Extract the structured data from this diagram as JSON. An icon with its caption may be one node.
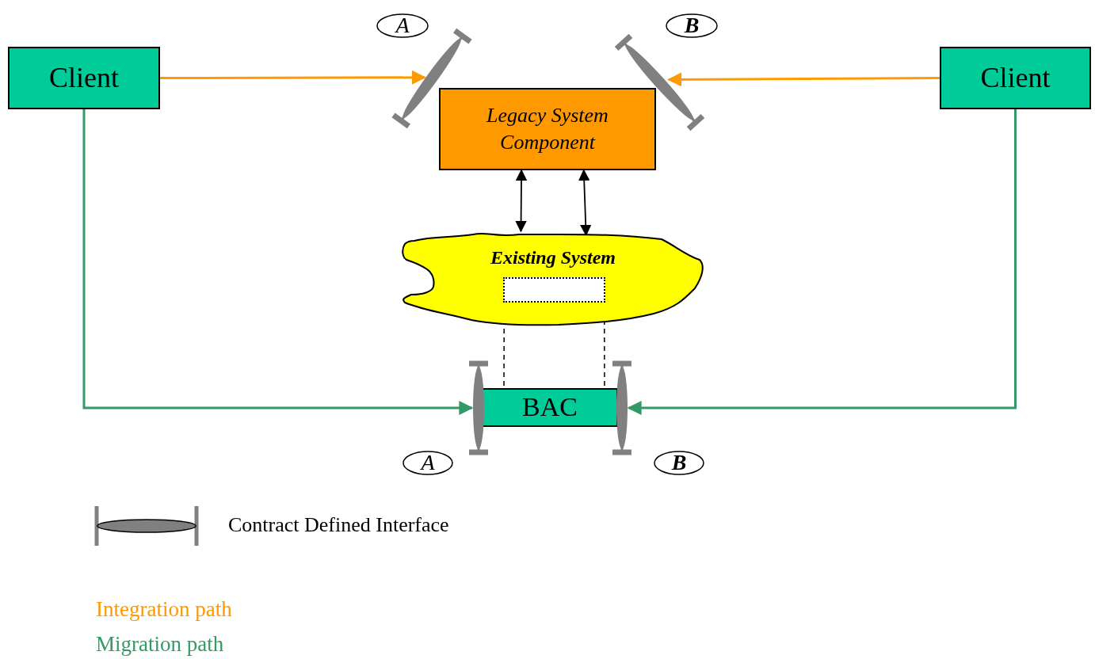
{
  "diagram": {
    "nodes": [
      {
        "text": [
          "Client"
        ]
      },
      {
        "text": [
          "Client"
        ]
      },
      {
        "text": [
          "Legacy System Component"
        ]
      },
      {
        "text": [
          "Existing System"
        ]
      },
      {
        "text": [],
        "shape": "box",
        "in": 3
      },
      {
        "text": [
          "BAC"
        ]
      },
      {
        "text": [],
        "shape": "bar"
      },
      {
        "text": [],
        "shape": "bar"
      },
      {
        "text": [],
        "shape": "bar"
      },
      {
        "text": [],
        "shape": "bar"
      },
      {
        "text": [
          "A"
        ]
      },
      {
        "text": [
          "B"
        ]
      },
      {
        "text": [
          "A"
        ]
      },
      {
        "text": [
          "B"
        ]
      }
    ],
    "edges": [
      {
        "from": 0,
        "to": 6,
        "arrow": "to",
        "color": "#ff9900"
      },
      {
        "from": 1,
        "to": 7,
        "arrow": "to",
        "color": "#ff9900"
      },
      {
        "from": 2,
        "to": 3,
        "arrow": "both"
      },
      {
        "from": 2,
        "to": 3,
        "arrow": "both"
      },
      {
        "from": 4,
        "to": 5,
        "arrow": "none",
        "style": "dashed"
      },
      {
        "from": 4,
        "to": 5,
        "arrow": "none",
        "style": "dashed"
      },
      {
        "from": 0,
        "to": 8,
        "arrow": "to",
        "color": "#339966"
      },
      {
        "from": 1,
        "to": 9,
        "arrow": "to",
        "color": "#339966"
      }
    ],
    "legend": [
      {
        "text": "Contract Defined Interface"
      },
      {
        "text": "Integration path",
        "color": "#ff9900"
      },
      {
        "text": "Migration path",
        "color": "#339966"
      }
    ]
  }
}
